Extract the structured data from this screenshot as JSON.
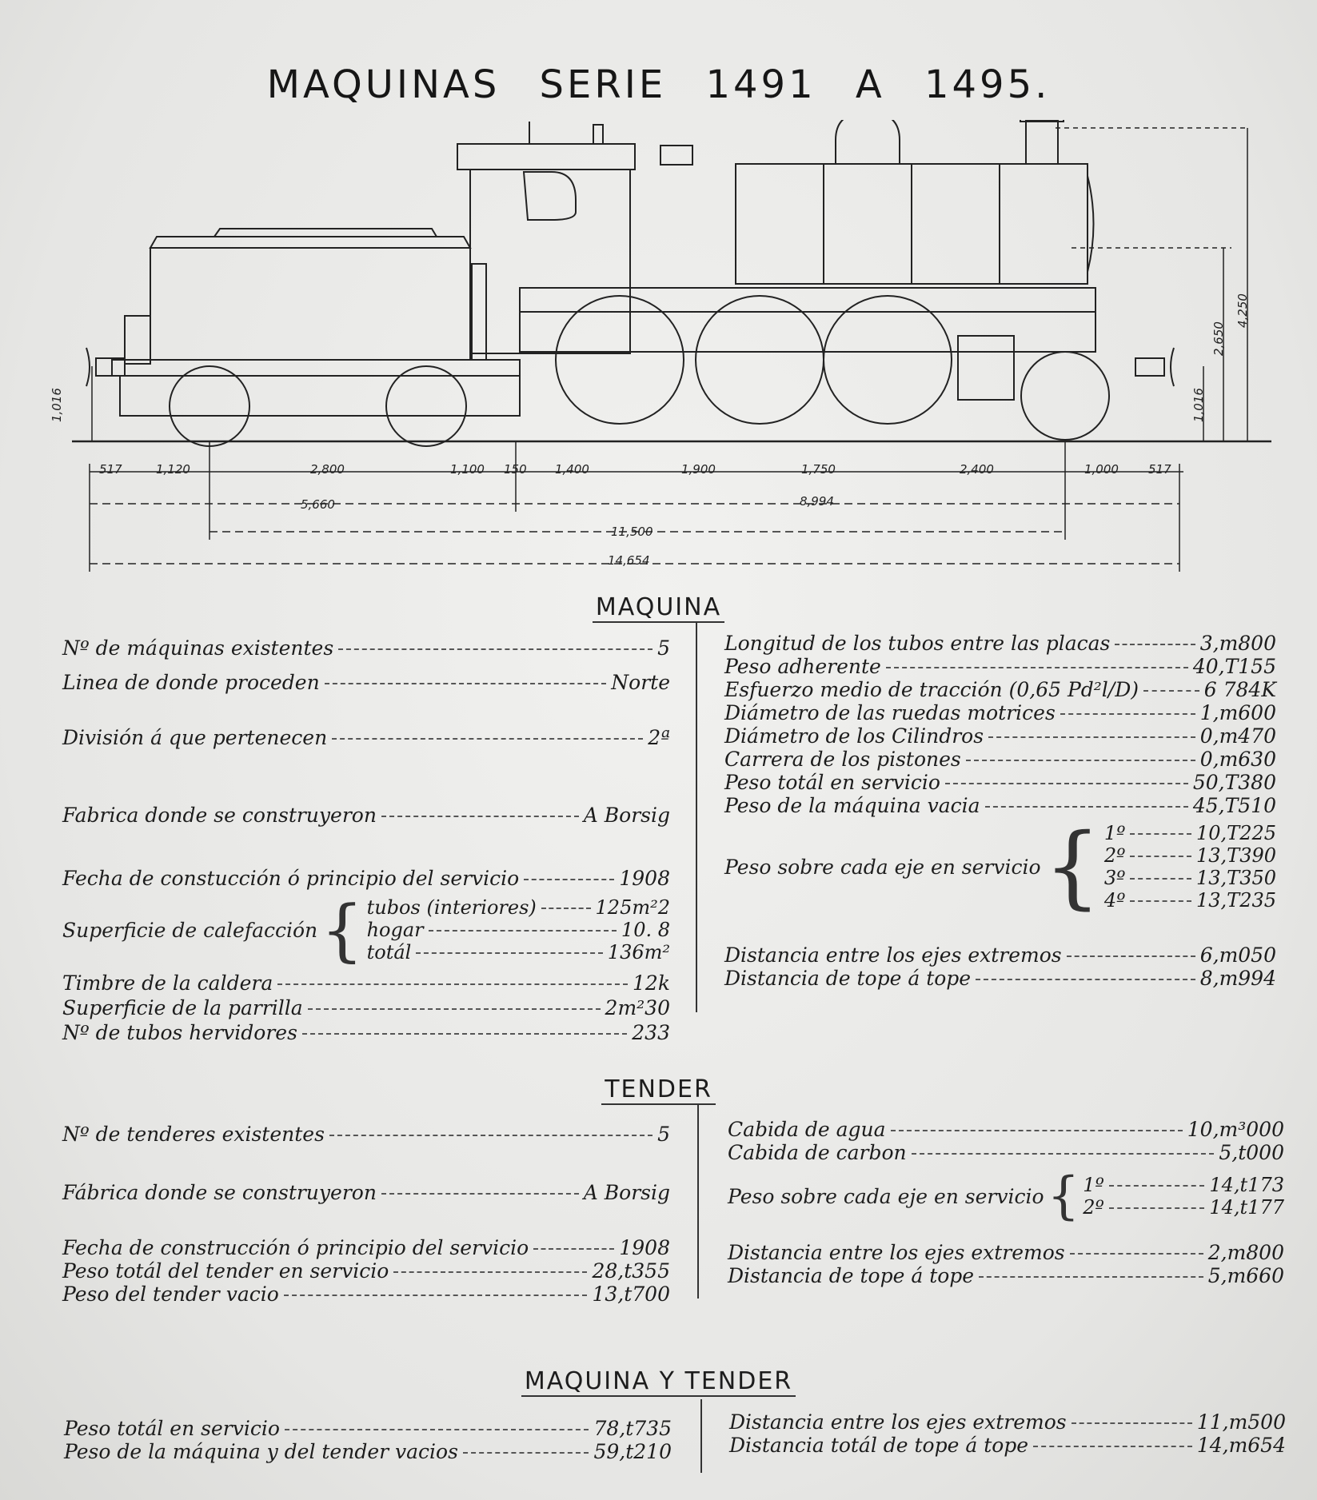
{
  "title": "MAQUINAS   SERIE   1491   A   1495.",
  "drawing": {
    "dims_bottom": [
      "517",
      "1,120",
      "2,800",
      "1,100",
      "150",
      "1,400",
      "1,900",
      "1,750",
      "2,400",
      "1,000",
      "517"
    ],
    "dims_mid": [
      "5,660",
      "8,994"
    ],
    "dim_wheelbase": "11,500",
    "dim_total": "14,654",
    "dims_vertical_left": "1,016",
    "dims_vertical_right": [
      "1,016",
      "2,650",
      "4,250"
    ]
  },
  "maquina": {
    "heading": "MAQUINA",
    "left": [
      {
        "label": "Nº de máquinas existentes",
        "value": "5"
      },
      {
        "label": "Linea de donde proceden",
        "value": "Norte"
      },
      {
        "label": "División á que pertenecen",
        "value": "2ª"
      },
      {
        "label": "Fabrica donde se construyeron",
        "value": "A Borsig"
      },
      {
        "label": "Fecha de constucción ó principio del servicio",
        "value": "1908"
      }
    ],
    "heating": {
      "label": "Superficie de calefacción",
      "items": [
        {
          "label": "tubos (interiores)",
          "value": "125m²2"
        },
        {
          "label": "hogar",
          "value": "10. 8"
        },
        {
          "label": "totál",
          "value": "136m²"
        }
      ]
    },
    "left2": [
      {
        "label": "Timbre de la caldera",
        "value": "12k"
      },
      {
        "label": "Superficie de la parrilla",
        "value": "2m²30"
      },
      {
        "label": "Nº de tubos hervidores",
        "value": "233"
      }
    ],
    "right": [
      {
        "label": "Longitud de los tubos entre las placas",
        "value": "3,m800"
      },
      {
        "label": "Peso adherente",
        "value": "40,T155"
      },
      {
        "label": "Esfuerzo medio de tracción (0,65 Pd²l/D)",
        "value": "6 784K"
      },
      {
        "label": "Diámetro de las ruedas motrices",
        "value": "1,m600"
      },
      {
        "label": "Diámetro de los Cilindros",
        "value": "0,m470"
      },
      {
        "label": "Carrera de los pistones",
        "value": "0,m630"
      },
      {
        "label": "Peso totál en servicio",
        "value": "50,T380"
      },
      {
        "label": "Peso de la máquina vacia",
        "value": "45,T510"
      }
    ],
    "axles": {
      "label": "Peso sobre cada eje en servicio",
      "items": [
        {
          "label": "1º",
          "value": "10,T225"
        },
        {
          "label": "2º",
          "value": "13,T390"
        },
        {
          "label": "3º",
          "value": "13,T350"
        },
        {
          "label": "4º",
          "value": "13,T235"
        }
      ]
    },
    "right2": [
      {
        "label": "Distancia entre los ejes extremos",
        "value": "6,m050"
      },
      {
        "label": "Distancia de tope á tope",
        "value": "8,m994"
      }
    ]
  },
  "tender": {
    "heading": "TENDER",
    "left": [
      {
        "label": "Nº de tenderes existentes",
        "value": "5"
      },
      {
        "label": "Fábrica donde se construyeron",
        "value": "A Borsig"
      },
      {
        "label": "Fecha de construcción ó principio del servicio",
        "value": "1908"
      },
      {
        "label": "Peso totál del tender en servicio",
        "value": "28,t355"
      },
      {
        "label": "Peso del tender vacio",
        "value": "13,t700"
      }
    ],
    "right": [
      {
        "label": "Cabida de agua",
        "value": "10,m³000"
      },
      {
        "label": "Cabida de carbon",
        "value": "5,t000"
      }
    ],
    "axles": {
      "label": "Peso sobre cada eje en servicio",
      "items": [
        {
          "label": "1º",
          "value": "14,t173"
        },
        {
          "label": "2º",
          "value": "14,t177"
        }
      ]
    },
    "right2": [
      {
        "label": "Distancia entre los ejes extremos",
        "value": "2,m800"
      },
      {
        "label": "Distancia de tope á tope",
        "value": "5,m660"
      }
    ]
  },
  "maquina_tender": {
    "heading": "MAQUINA Y TENDER",
    "left": [
      {
        "label": "Peso totál en servicio",
        "value": "78,t735"
      },
      {
        "label": "Peso de la máquina y del tender vacios",
        "value": "59,t210"
      }
    ],
    "right": [
      {
        "label": "Distancia entre los ejes extremos",
        "value": "11,m500"
      },
      {
        "label": "Distancia totál de tope á tope",
        "value": "14,m654"
      }
    ]
  }
}
